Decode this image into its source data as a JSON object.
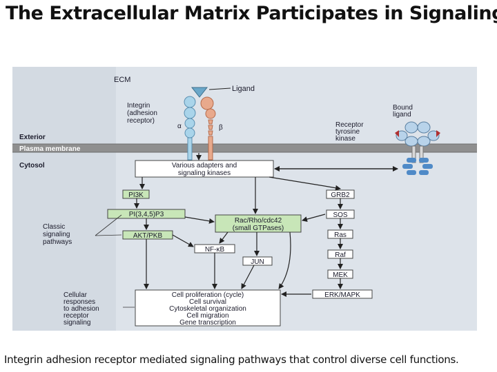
{
  "slide": {
    "title": "The Extracellular Matrix Participates in Signaling",
    "caption": "Integrin adhesion receptor mediated signaling pathways that control diverse cell functions."
  },
  "figure": {
    "ecm": "ECM",
    "ligand": "Ligand",
    "integrin_label": [
      "Integrin",
      "(adhesion",
      "receptor)"
    ],
    "alpha": "α",
    "beta": "β",
    "bound_ligand": [
      "Bound",
      "ligand"
    ],
    "receptor_kinase": [
      "Receptor",
      "tyrosine",
      "kinase"
    ],
    "exterior": "Exterior",
    "plasma_membrane": "Plasma membrane",
    "cytosol": "Cytosol",
    "adapters": [
      "Various adapters and",
      "signaling kinases"
    ],
    "pi3k": "PI3K",
    "pip3": "PI(3,4,5)P3",
    "akt": "AKT/PKB",
    "rac": [
      "Rac/Rho/cdc42",
      "(small GTPases)"
    ],
    "nfkb": "NF-κB",
    "jun": "JUN",
    "grb2": "GRB2",
    "sos": "SOS",
    "ras": "Ras",
    "raf": "Raf",
    "mek": "MEK",
    "erk": "ERK/MAPK",
    "classic_pathways": [
      "Classic",
      "signaling",
      "pathways"
    ],
    "cellular_responses_label": [
      "Cellular",
      "responses",
      "to adhesion",
      "receptor",
      "signaling"
    ],
    "responses": [
      "Cell proliferation (cycle)",
      "Cell survival",
      "Cytoskeletal organization",
      "Cell migration",
      "Gene transcription"
    ]
  },
  "colors": {
    "figure_bg": "#dde3ea",
    "membrane": "#8f8f8f",
    "green_box": "#c8e6b8",
    "white_box": "#ffffff",
    "arrow": "#222222",
    "integrin_alpha": "#a9d4ea",
    "integrin_beta": "#e8a98c",
    "ligand": "#6aa7c9",
    "receptor": "#b8d3ea"
  }
}
